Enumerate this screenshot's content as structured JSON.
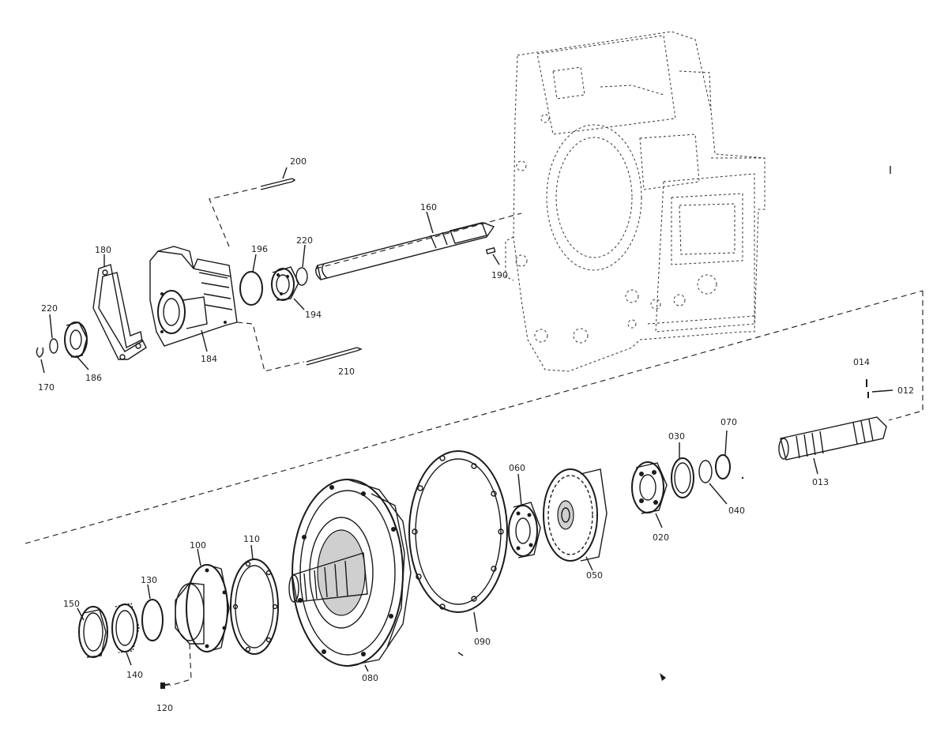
{
  "labels": {
    "l200": "200",
    "l160": "160",
    "l180": "180",
    "l196a": "196",
    "l220a": "220",
    "l190": "190",
    "l194": "194",
    "l220b": "220",
    "l184": "184",
    "l186": "186",
    "l170": "170",
    "l210": "210",
    "l014": "014",
    "l012": "012",
    "l013": "013",
    "l070": "070",
    "l030": "030",
    "l040": "040",
    "l020": "020",
    "l060": "060",
    "l050": "050",
    "l090": "090",
    "l080": "080",
    "l110": "110",
    "l100": "100",
    "l130": "130",
    "l150": "150",
    "l140": "140",
    "l120": "120"
  }
}
